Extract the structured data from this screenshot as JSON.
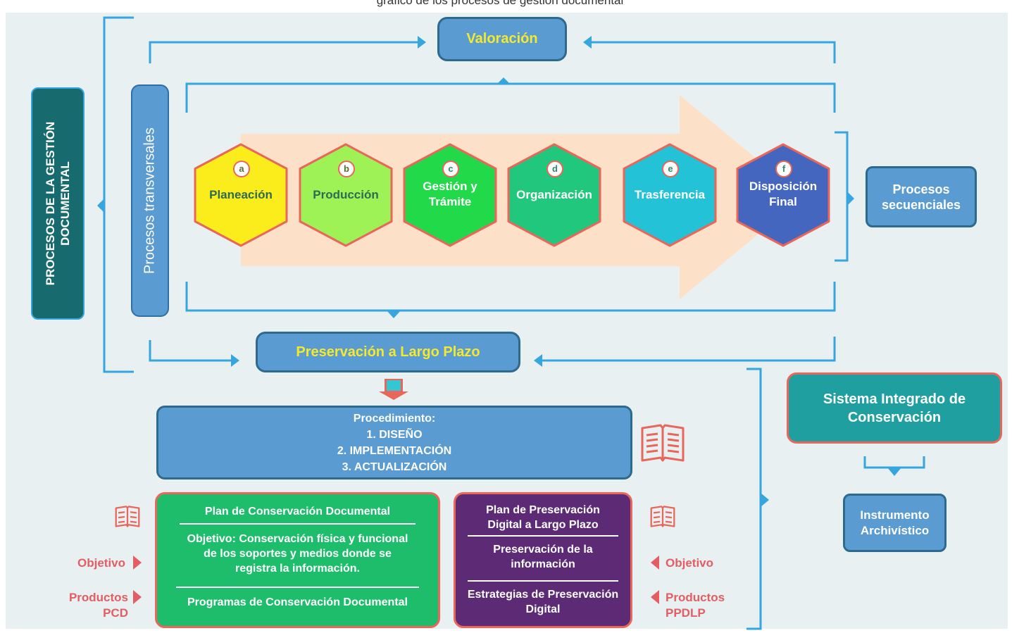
{
  "header_caption": "gráfico de los procesos de gestión documental",
  "left_vertical": "PROCESOS DE LA GESTIÓN DOCUMENTAL",
  "transversal_label": "Procesos transversales",
  "valoracion": "Valoración",
  "preservacion": "Preservación a Largo Plazo",
  "procesos_secuenciales": "Procesos secuenciales",
  "steps": [
    {
      "letter": "a",
      "label": "Planeación",
      "color": "#fbec1b"
    },
    {
      "letter": "b",
      "label": "Producción",
      "color": "#9ef255"
    },
    {
      "letter": "c",
      "label": "Gestión y Trámite",
      "color": "#22d94a"
    },
    {
      "letter": "d",
      "label": "Organización",
      "color": "#22c77e"
    },
    {
      "letter": "e",
      "label": "Trasferencia",
      "color": "#23c2d6"
    },
    {
      "letter": "f",
      "label": "Disposición Final",
      "color": "#4466bf"
    }
  ],
  "procedimiento": {
    "title": "Procedimiento:",
    "items": [
      "1. DISEÑO",
      "2. IMPLEMENTACIÓN",
      "3. ACTUALIZACIÓN"
    ]
  },
  "pcd": {
    "title": "Plan de Conservación Documental",
    "objective": "Objetivo: Conservación física y funcional de los soportes y medios donde se registra la información.",
    "programs": "Programas de Conservación Documental"
  },
  "ppdlp": {
    "title": "Plan de Preservación Digital a Largo Plazo",
    "objective": "Preservación de la información",
    "programs": "Estrategias de Preservación Digital"
  },
  "left_labels": {
    "objetivo": "Objetivo",
    "productos": "Productos",
    "code": "PCD"
  },
  "right_labels": {
    "objetivo": "Objetivo",
    "productos": "Productos",
    "code": "PPDLP"
  },
  "sic": "Sistema Integrado de Conservación",
  "instrumento": "Instrumento Archivístico",
  "colors": {
    "line": "#35a6de",
    "box_blue": "#5a9bd1",
    "dark_teal": "#176b6e",
    "teal": "#1f9fa0",
    "green": "#1ebd6b",
    "purple": "#5d2a76",
    "coral": "#e8675a",
    "yellow_text": "#f5e92e",
    "red_text": "#e35d63"
  }
}
